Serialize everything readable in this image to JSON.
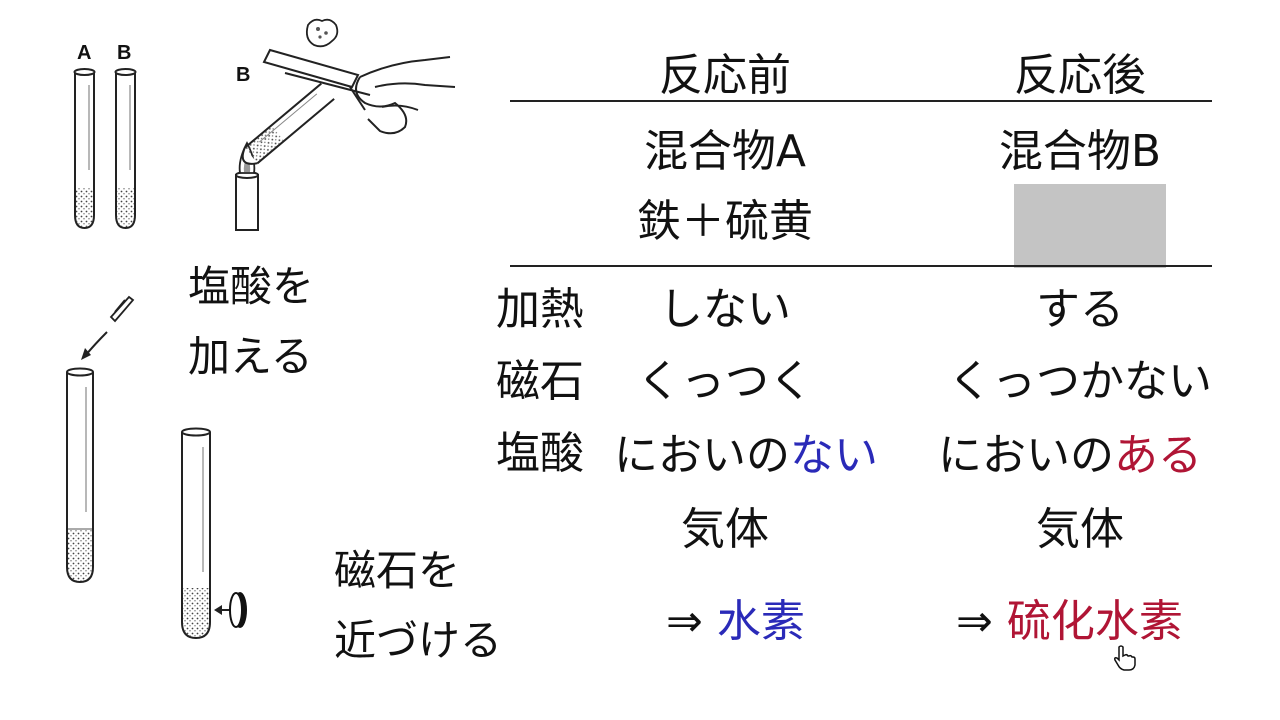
{
  "labels": {
    "tube_a": "A",
    "tube_b": "B",
    "heated_tube": "B"
  },
  "instructions": {
    "acid_line1": "塩酸を",
    "acid_line2": "加える",
    "magnet_line1": "磁石を",
    "magnet_line2": "近づける"
  },
  "table": {
    "header_before": "反応前",
    "header_after": "反応後",
    "mixture_before": "混合物A",
    "mixture_after": "混合物B",
    "contents_before": "鉄＋硫黄",
    "rows": [
      {
        "label": "加熱",
        "before": "しない",
        "after": "する"
      },
      {
        "label": "磁石",
        "before": "くっつく",
        "after": "くっつかない"
      },
      {
        "label": "塩酸",
        "before_prefix": "においの",
        "before_highlight": "ない",
        "after_prefix": "においの",
        "after_highlight": "ある"
      }
    ],
    "gas_before": "気体",
    "gas_after": "気体",
    "arrow_symbol": "⇒",
    "result_before": "水素",
    "result_after": "硫化水素"
  },
  "colors": {
    "blue": "#2a2ab8",
    "red": "#b01535",
    "hidden_box": "#c4c4c4"
  }
}
